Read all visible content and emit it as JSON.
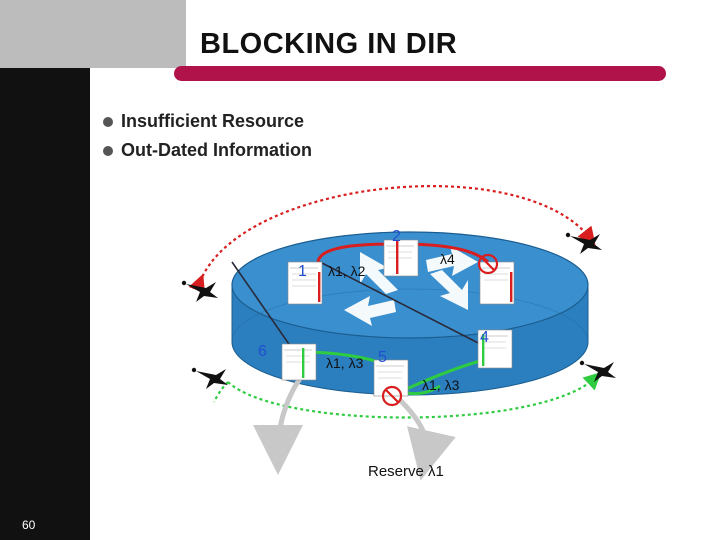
{
  "slide": {
    "title": "BLOCKING IN DIR",
    "page_number": "60"
  },
  "bullets": [
    {
      "text": "Insufficient Resource"
    },
    {
      "text": "Out-Dated Information"
    }
  ],
  "diagram": {
    "nodes": [
      {
        "id": "1",
        "label": "1"
      },
      {
        "id": "2",
        "label": "2"
      },
      {
        "id": "4",
        "label": "4"
      },
      {
        "id": "5",
        "label": "5"
      },
      {
        "id": "6",
        "label": "6"
      }
    ],
    "wavelength_labels": {
      "l1_l2": "λ1, λ2",
      "l4": "λ4",
      "l1_l3_a": "λ1, λ3",
      "l1_l3_b": "λ1, λ3"
    },
    "reserve_label": "Reserve λ1",
    "colors": {
      "accent": "#b0134a",
      "node_number": "#1f4fd0",
      "signal_red": "#d81e1e",
      "signal_green": "#2ecc40",
      "ring_blue": "#2c7fbf"
    }
  }
}
